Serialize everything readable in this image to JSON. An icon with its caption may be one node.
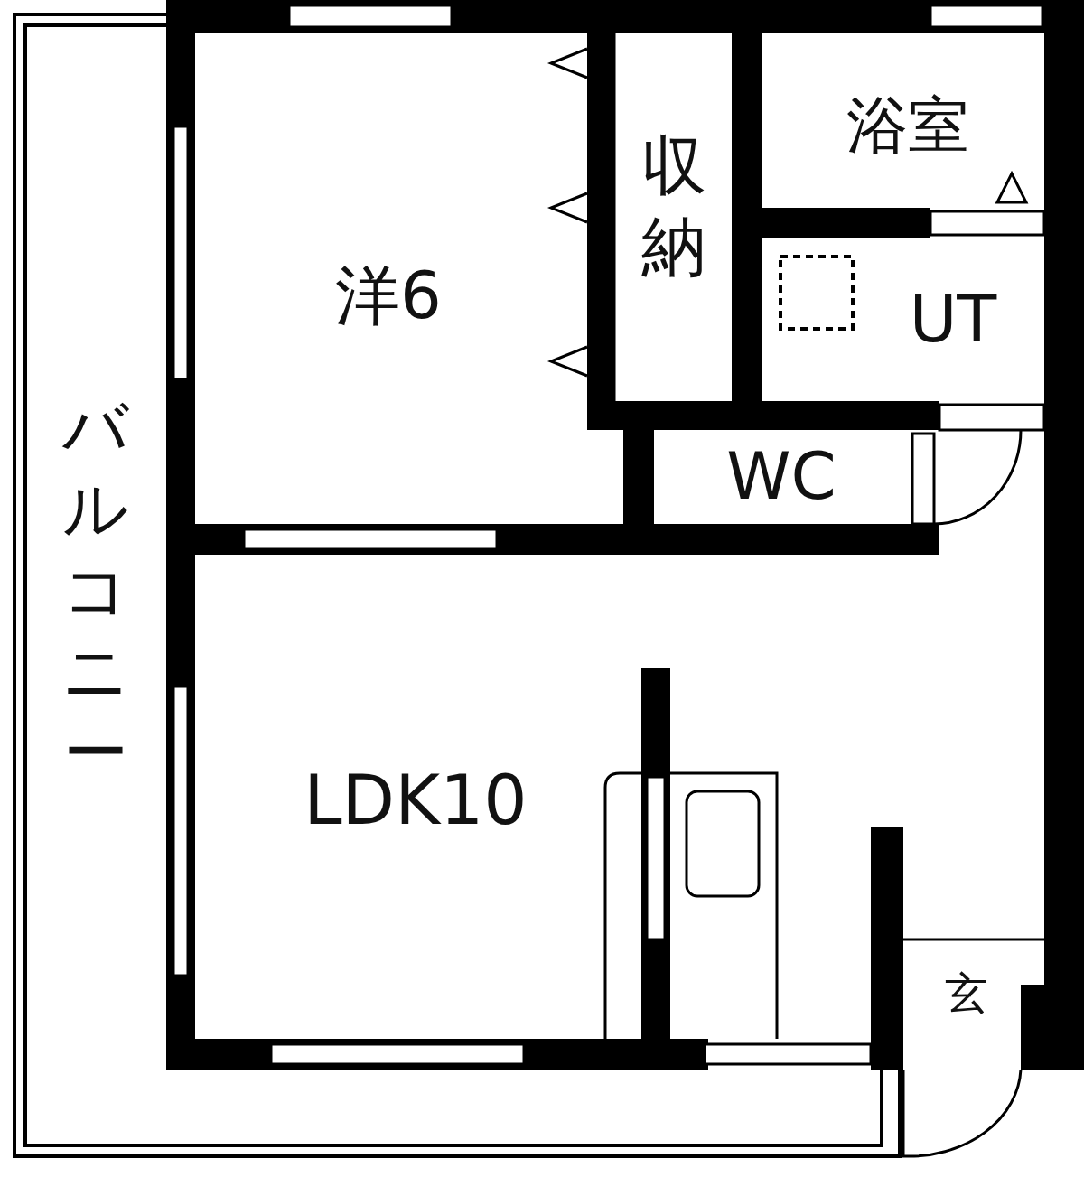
{
  "diagram": {
    "nodes": [
      {
        "text": [
          "洋6"
        ]
      },
      {
        "text": [
          "収納"
        ]
      },
      {
        "text": [
          "浴室"
        ]
      },
      {
        "text": [
          "UT"
        ]
      },
      {
        "text": [
          "WC"
        ]
      },
      {
        "text": [
          "LDK10"
        ]
      },
      {
        "text": [
          "玄"
        ]
      },
      {
        "text": [
          "バルコニー"
        ]
      }
    ]
  }
}
